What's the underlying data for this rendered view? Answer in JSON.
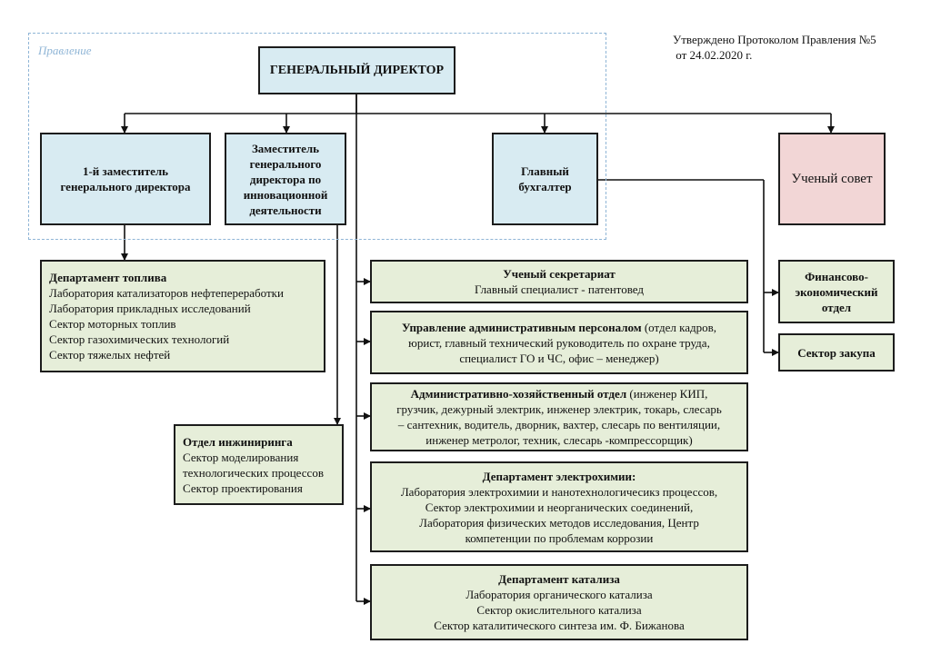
{
  "approval": {
    "line1": "Утверждено Протоколом Правления №5",
    "line2": " от 24.02.2020 г."
  },
  "board": {
    "label": "Правление"
  },
  "director": {
    "title": "ГЕНЕРАЛЬНЫЙ ДИРЕКТОР"
  },
  "first_deputy": {
    "title": "1-й заместитель генерального директора"
  },
  "innovation_deputy": {
    "title": "Заместитель генерального директора по инновационной деятельности"
  },
  "chief_accountant": {
    "title": "Главный бухгалтер"
  },
  "scientific_council": {
    "title": "Ученый совет"
  },
  "fuel_dept": {
    "title": "Департамент топлива",
    "items": [
      "Лаборатория катализаторов нефтепереработки",
      "Лаборатория прикладных исследований",
      "Сектор моторных топлив",
      "Сектор газохимических технологий",
      "Сектор тяжелых нефтей"
    ]
  },
  "engineering": {
    "title": "Отдел инжиниринга",
    "lines": [
      "Сектор моделирования",
      "технологических процессов",
      "Сектор проектирования"
    ]
  },
  "secretariat": {
    "title": "Ученый секретариат",
    "line": "Главный специалист - патентовед"
  },
  "admin_staff": {
    "title": "Управление административным персоналом",
    "rest": " (отдел кадров,",
    "lines": [
      "юрист, главный технический руководитель по охране труда,",
      "специалист ГО и ЧС, офис – менеджер)"
    ]
  },
  "household": {
    "title": "Административно-хозяйственный отдел",
    "rest": " (инженер КИП,",
    "lines": [
      "грузчик, дежурный электрик, инженер электрик, токарь, слесарь",
      "– сантехник, водитель, дворник, вахтер, слесарь по вентиляции,",
      "инженер метролог, техник, слесарь -компрессорщик)"
    ]
  },
  "electrochem": {
    "title": "Департамент электрохимии:",
    "lines": [
      "Лаборатория электрохимии и нанотехнологичесикз процессов,",
      "Сектор электрохимии и неорганических соединений,",
      "Лаборатория физических методов исследования, Центр",
      "компетенции по проблемам коррозии"
    ]
  },
  "catalysis": {
    "title": "Департамент катализа",
    "lines": [
      "Лаборатория органического катализа",
      "Сектор окислительного катализа",
      "Сектор каталитического синтеза им. Ф. Бижанова"
    ]
  },
  "finance": {
    "title": "Финансово-экономический отдел"
  },
  "procurement": {
    "title": "Сектор закупа"
  },
  "colors": {
    "blue_box": "#d8ebf2",
    "green_box": "#e6eed9",
    "pink_box": "#f2d6d6",
    "dashed_frame": "#8fb5d6"
  }
}
